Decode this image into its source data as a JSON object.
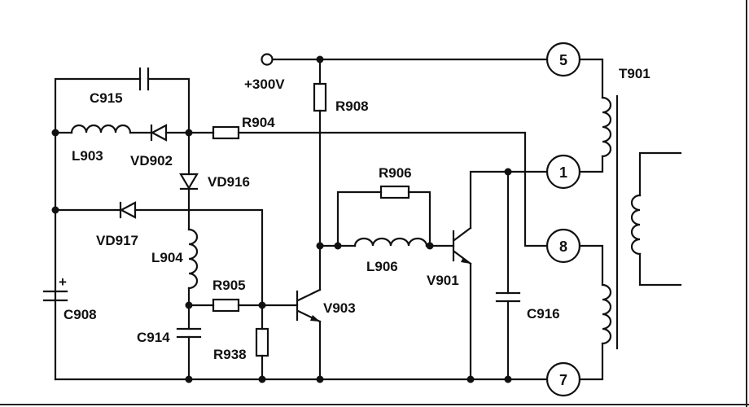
{
  "supply": {
    "label": "+300V",
    "polarity": "+"
  },
  "transformer": {
    "label": "T901",
    "pins": [
      "5",
      "1",
      "8",
      "7"
    ]
  },
  "components": {
    "capacitors": [
      "C915",
      "C908",
      "C914",
      "C916"
    ],
    "inductors": [
      "L903",
      "L904",
      "L906"
    ],
    "diodes": [
      "VD902",
      "VD916",
      "VD917"
    ],
    "resistors": [
      "R904",
      "R905",
      "R906",
      "R908",
      "R938"
    ],
    "transistors": [
      "V903",
      "V901"
    ]
  }
}
